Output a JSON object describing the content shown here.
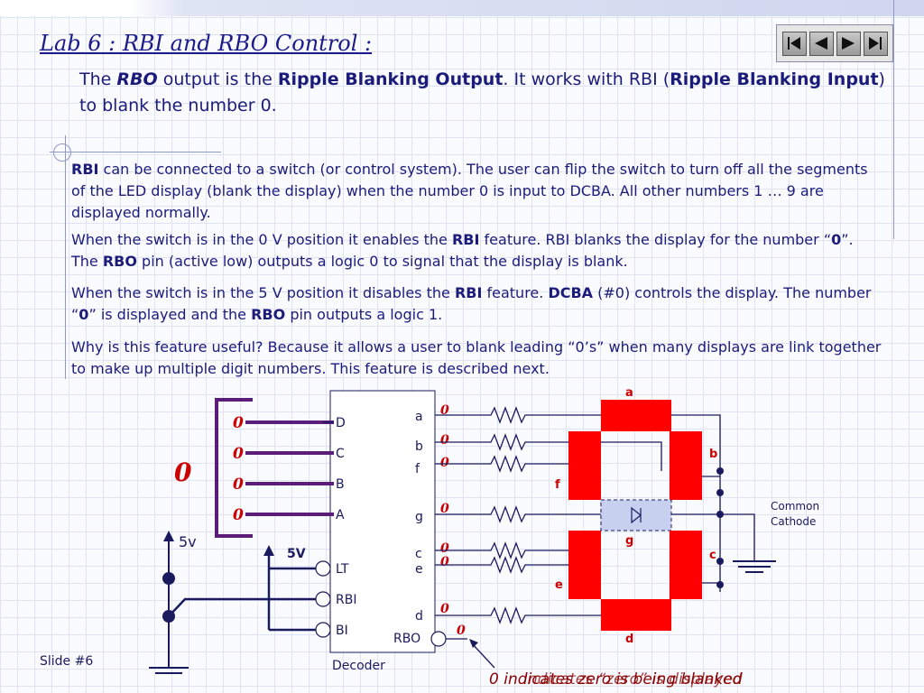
{
  "title": "Lab 6 : RBI and RBO Control :",
  "intro": {
    "t1": "The ",
    "b1": "RBO",
    "t2": " output is the ",
    "b2": "Ripple Blanking Output",
    "t3": ". It works with RBI (",
    "b3": "Ripple Blanking Input",
    "t4": ") to blank the number 0."
  },
  "p1": {
    "b1": "RBI",
    "t1": " can be connected to a switch (or control system). The user can flip the switch to turn off all  the segments of the LED display (blank the display) when the number 0 is input to DCBA. All other numbers 1 … 9 are displayed normally."
  },
  "p2": {
    "t1": "When the switch is in the 0 V position it enables the ",
    "b1": "RBI",
    "t2": " feature. RBI blanks the display for the number “",
    "b2": "0",
    "t3": "”. The ",
    "b3": "RBO",
    "t4": " pin (active low) outputs a logic 0 to signal that the display is blank."
  },
  "p3": {
    "t1": "When the switch is in the 5 V position it disables the ",
    "b1": "RBI",
    "t2": " feature. ",
    "b2": "DCBA",
    "t3": " (#0) controls the display. The number “",
    "b3": "0",
    "t4": "” is displayed and the ",
    "b4": "RBO",
    "t5": " pin outputs a logic 1."
  },
  "p4": {
    "t1": "Why is this feature useful? Because it allows a user to blank leading “0’s” when many displays are link together to make up multiple digit numbers. This feature is described next."
  },
  "footer": "Slide #6",
  "colors": {
    "red": "#cc0000",
    "segment": "#ff0000",
    "purple": "#5a1d7a",
    "wire": "#1a1a5e"
  },
  "circuit": {
    "input_bits": [
      "0",
      "0",
      "0",
      "0"
    ],
    "input_digit": "0",
    "input_pins": [
      "D",
      "C",
      "B",
      "A"
    ],
    "control_pins": [
      "LT",
      "RBI",
      "BI"
    ],
    "output_pins": [
      "a",
      "b",
      "f",
      "g",
      "c",
      "e",
      "d"
    ],
    "output_bits": [
      "0",
      "0",
      "0",
      "0",
      "0",
      "0",
      "0"
    ],
    "rbo_label": "RBO",
    "rbo_value": "0",
    "decoder_label": "Decoder",
    "supply_left": "5v",
    "supply_mid": "5V",
    "segments": [
      "a",
      "b",
      "f",
      "g",
      "c",
      "e",
      "d"
    ],
    "ground_label_1": "Common",
    "ground_label_2": "Cathode",
    "note_value": "0",
    "note_text": " indicates zero is being blanked",
    "note_alt": "Indicates “zero” is displayed"
  }
}
